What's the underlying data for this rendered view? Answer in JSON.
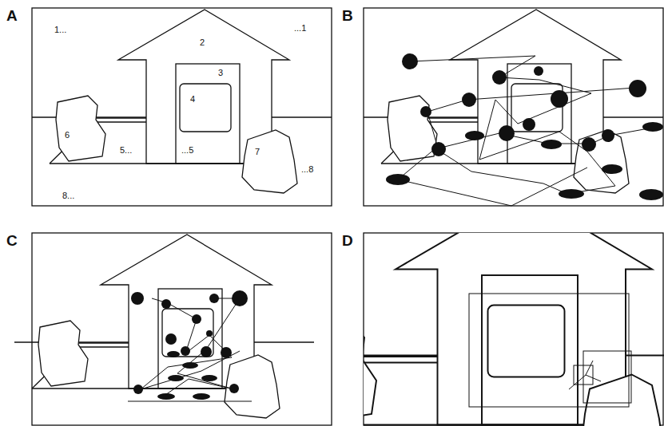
{
  "diagram": {
    "labels": [
      "A",
      "1...",
      "...1",
      "2",
      "3",
      "4",
      "6",
      "5...",
      "...5",
      "7",
      "...8",
      "8...",
      "B",
      "C",
      "D"
    ]
  }
}
